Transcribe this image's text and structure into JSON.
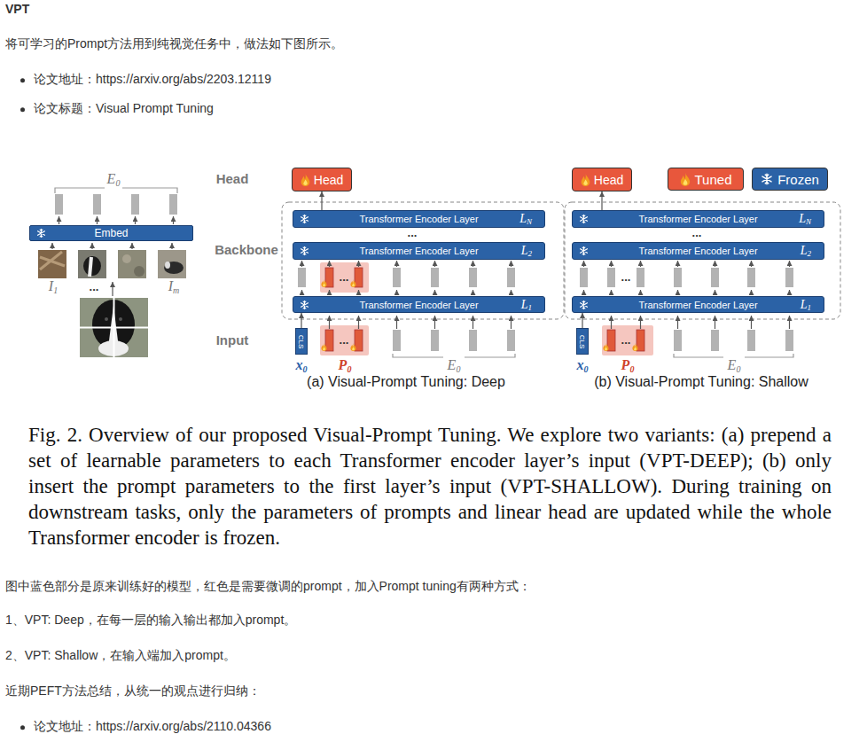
{
  "diagram": {
    "title": "VPT",
    "caption": "Fig. 2. Overview of our proposed Visual-Prompt Tuning. We explore two variants: (a) prepend a set of learnable parameters to each Transformer encoder layer’s input (VPT-DEEP); (b) only insert the prompt parameters to the first layer’s input (VPT-SHALLOW). During training on downstream tasks, only the parameters of prompts and linear head are updated while the whole Transformer encoder is frozen.",
    "nodes": [
      {
        "text": [
          "Embed"
        ]
      },
      {
        "text": [
          "Head"
        ]
      },
      {
        "text": [
          "Transformer Encoder Layer",
          "LN"
        ]
      },
      {
        "text": [
          "Transformer Encoder Layer",
          "L2"
        ]
      },
      {
        "text": [
          "Transformer Encoder Layer",
          "L1"
        ]
      },
      {
        "text": [
          "CLS"
        ]
      },
      {
        "text": [
          "Head"
        ]
      },
      {
        "text": [
          "Transformer Encoder Layer",
          "LN"
        ]
      },
      {
        "text": [
          "Transformer Encoder Layer",
          "L2"
        ]
      },
      {
        "text": [
          "Transformer Encoder Layer",
          "L1"
        ]
      },
      {
        "text": [
          "CLS"
        ]
      }
    ],
    "edges": [
      {
        "from": 2,
        "to": 1,
        "arrow": "to"
      },
      {
        "from": 5,
        "to": 4,
        "arrow": "to"
      },
      {
        "from": 7,
        "to": 6,
        "arrow": "to"
      },
      {
        "from": 10,
        "to": 9,
        "arrow": "to"
      }
    ],
    "labels": [
      "将可学习的Prompt方法用到纯视觉任务中，做法如下图所示。",
      "论文地址：https://arxiv.org/abs/2203.12119",
      "论文标题：Visual Prompt Tuning",
      "Head",
      "Backbone",
      "Input",
      "E0",
      "I1",
      "...",
      "Im",
      "...",
      "...",
      "...",
      "x0",
      "P0",
      "E0",
      "(a) Visual-Prompt Tuning: Deep",
      "...",
      "...",
      "...",
      "x0",
      "P0",
      "E0",
      "(b) Visual-Prompt Tuning: Shallow",
      "图中蓝色部分是原来训练好的模型，红色是需要微调的prompt，加入Prompt tuning有两种方式：",
      "1、VPT: Deep，在每一层的输入输出都加入prompt。",
      "2、VPT: Shallow，在输入端加入prompt。",
      "近期PEFT方法总结，从统一的观点进行归纳：",
      "论文地址：https://arxiv.org/abs/2110.04366"
    ],
    "legend": [
      {
        "text": "Tuned",
        "color": "#e8573c"
      },
      {
        "text": "Frozen",
        "color": "#2b62a6"
      }
    ]
  }
}
